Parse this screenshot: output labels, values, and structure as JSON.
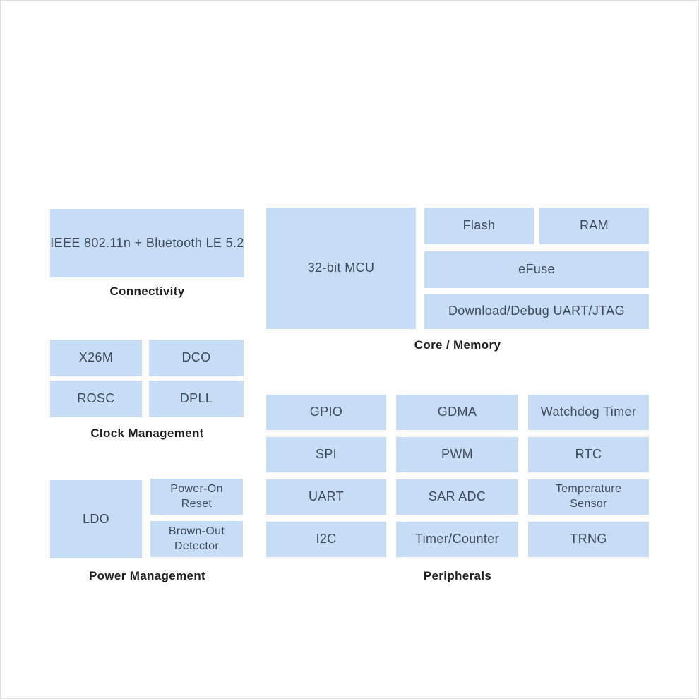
{
  "colors": {
    "background": "#ffffff",
    "page_border": "#dcdcdc",
    "block_fill": "#c7ddf6",
    "block_text": "#3e4a57",
    "label_text": "#1f1f1f"
  },
  "sections": {
    "connectivity": {
      "label": "Connectivity",
      "radio_block": "IEEE 802.11n + Bluetooth LE 5.2"
    },
    "core_memory": {
      "label": "Core / Memory",
      "mcu": "32-bit MCU",
      "flash": "Flash",
      "ram": "RAM",
      "efuse": "eFuse",
      "debug": "Download/Debug UART/JTAG"
    },
    "clock": {
      "label": "Clock Management",
      "blocks": [
        "X26M",
        "DCO",
        "ROSC",
        "DPLL"
      ]
    },
    "power": {
      "label": "Power Management",
      "ldo": "LDO",
      "por": "Power-On Reset",
      "bod": "Brown-Out Detector"
    },
    "peripherals": {
      "label": "Peripherals",
      "blocks": [
        "GPIO",
        "GDMA",
        "Watchdog Timer",
        "SPI",
        "PWM",
        "RTC",
        "UART",
        "SAR ADC",
        "Temperature Sensor",
        "I2C",
        "Timer/Counter",
        "TRNG"
      ]
    }
  }
}
